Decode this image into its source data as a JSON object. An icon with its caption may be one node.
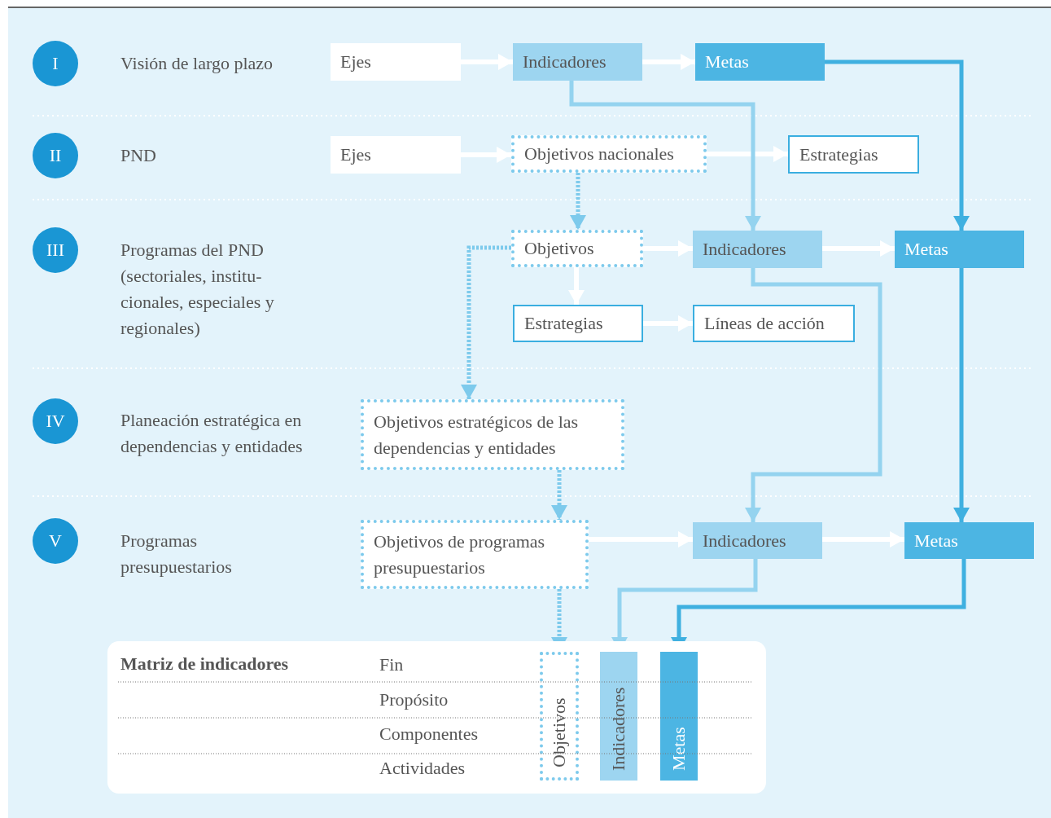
{
  "diagram": {
    "nodes": [
      {
        "text": [
          "I"
        ],
        "beside": [
          "Visión de largo plazo"
        ]
      },
      {
        "text": [
          "II"
        ],
        "beside": [
          "PND"
        ]
      },
      {
        "text": [
          "III"
        ],
        "beside": [
          "Programas del PND (sectoriales, institu- cionales, especiales y regionales)"
        ]
      },
      {
        "text": [
          "IV"
        ],
        "beside": [
          "Planeación estratégica en dependencias y entidades"
        ]
      },
      {
        "text": [
          "V"
        ],
        "beside": [
          "Programas presupuestarios"
        ]
      },
      {
        "text": [
          "Ejes"
        ]
      },
      {
        "text": [
          "Indicadores"
        ]
      },
      {
        "text": [
          "Metas"
        ]
      },
      {
        "text": [
          "Ejes"
        ]
      },
      {
        "text": [
          "Objetivos nacionales"
        ]
      },
      {
        "text": [
          "Estrategias"
        ]
      },
      {
        "text": [
          "Objetivos"
        ]
      },
      {
        "text": [
          "Indicadores"
        ]
      },
      {
        "text": [
          "Metas"
        ]
      },
      {
        "text": [
          "Estrategias"
        ]
      },
      {
        "text": [
          "Líneas de acción"
        ]
      },
      {
        "text": [
          "Objetivos estratégicos de las dependencias y entidades"
        ]
      },
      {
        "text": [
          "Objetivos de programas presupuestarios"
        ]
      },
      {
        "text": [
          "Indicadores"
        ]
      },
      {
        "text": [
          "Metas"
        ]
      },
      {
        "text": [
          "Matriz de indicadores"
        ]
      },
      {
        "text": [
          "Objetivos"
        ],
        "in": 20
      },
      {
        "text": [
          "Indicadores"
        ],
        "in": 20
      },
      {
        "text": [
          "Metas"
        ],
        "in": 20
      }
    ],
    "edges": [
      {
        "from": 5,
        "to": 6,
        "arrow": "to"
      },
      {
        "from": 6,
        "to": 7,
        "arrow": "to"
      },
      {
        "from": 8,
        "to": 9,
        "arrow": "to"
      },
      {
        "from": 9,
        "to": 10,
        "arrow": "to"
      },
      {
        "from": 9,
        "to": 11,
        "arrow": "to",
        "style": "dashed",
        "color": "#7dcaec"
      },
      {
        "from": 6,
        "to": 12,
        "arrow": "to",
        "color": "#94d3ef"
      },
      {
        "from": 7,
        "to": 13,
        "arrow": "to",
        "color": "#3fb0e0"
      },
      {
        "from": 11,
        "to": 12,
        "arrow": "to"
      },
      {
        "from": 12,
        "to": 13,
        "arrow": "to"
      },
      {
        "from": 11,
        "to": 14,
        "arrow": "to"
      },
      {
        "from": 14,
        "to": 15,
        "arrow": "to"
      },
      {
        "from": 11,
        "to": 16,
        "arrow": "to",
        "style": "dashed",
        "color": "#7dcaec"
      },
      {
        "from": 12,
        "to": 18,
        "arrow": "to",
        "color": "#94d3ef"
      },
      {
        "from": 13,
        "to": 19,
        "arrow": "to",
        "color": "#3fb0e0"
      },
      {
        "from": 16,
        "to": 17,
        "arrow": "to",
        "style": "dashed",
        "color": "#7dcaec"
      },
      {
        "from": 17,
        "to": 18,
        "arrow": "to"
      },
      {
        "from": 18,
        "to": 19,
        "arrow": "to"
      },
      {
        "from": 17,
        "to": 21,
        "arrow": "to",
        "style": "dashed",
        "color": "#7dcaec"
      },
      {
        "from": 18,
        "to": 22,
        "arrow": "to",
        "color": "#94d3ef"
      },
      {
        "from": 19,
        "to": 23,
        "arrow": "to",
        "color": "#3fb0e0"
      }
    ],
    "labels": [
      "Fin",
      "Propósito",
      "Componentes",
      "Actividades"
    ]
  }
}
